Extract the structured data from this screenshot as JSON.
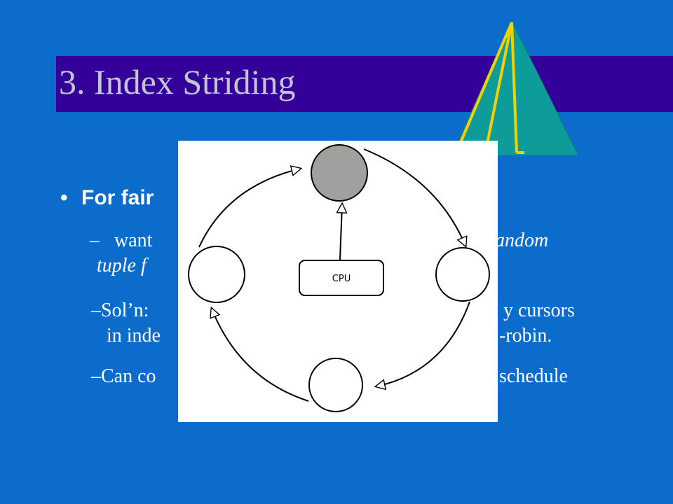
{
  "slide": {
    "title": "3. Index Striding",
    "bullet": "For fair",
    "line1a": "want ",
    "line1b": "andom",
    "line2": "tuple f",
    "line3a": "–Sol’n:",
    "line3b": "y cursors",
    "line4a": "in inde",
    "line4b": "-robin.",
    "line5a": "–Can co",
    "line5b": "schedule",
    "dash1": "–"
  },
  "diagram": {
    "center_label": "CPU"
  },
  "colors": {
    "background": "#0c6ccc",
    "title_band": "#33009a",
    "title_text": "#c4c4d4",
    "pyramid_fill": "#0d9c9a",
    "pyramid_lines": "#f5d000",
    "node_active": "#a29f9f"
  }
}
